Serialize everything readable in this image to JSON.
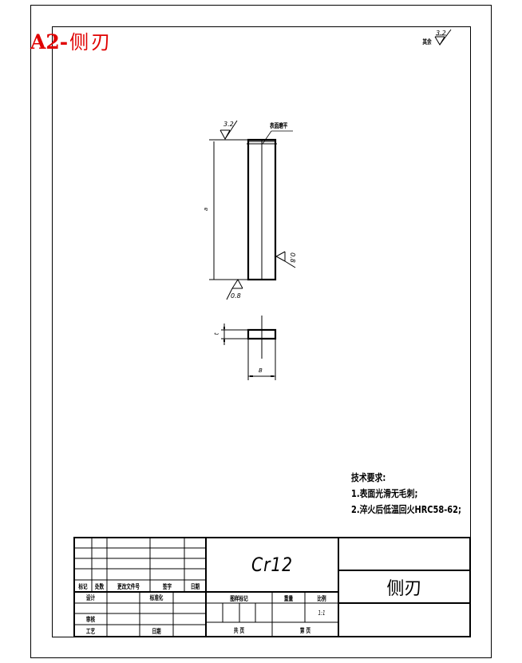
{
  "sheet": {
    "title_code": "A2-",
    "title_name": "侧刃"
  },
  "roughness": {
    "general_prefix": "其余",
    "general_value": "3.2",
    "top_face": "3.2",
    "bottom_face": "0.8",
    "side_face": "0.8",
    "top_note": "表面磨平"
  },
  "dimensions": {
    "length": "a",
    "thickness": "t",
    "width": "B"
  },
  "technical_requirements": {
    "heading": "技术要求:",
    "items": [
      "1.表面光滑无毛刺;",
      "2.淬火后低温回火HRC58-62;"
    ]
  },
  "title_block": {
    "material": "Cr12",
    "part_name": "侧刃",
    "revision_header": [
      "标记",
      "处数",
      "更改文件号",
      "签字",
      "日期"
    ],
    "sign_rows": [
      {
        "label": "设计",
        "label2": "标准化"
      },
      {
        "label": "",
        "label2": ""
      },
      {
        "label": "审核",
        "label2": ""
      },
      {
        "label": "工艺",
        "label2": "日期"
      }
    ],
    "stage_label": "图样标记",
    "weight_label": "重量",
    "scale_label": "比例",
    "scale_value": "1:1",
    "total_sheets_label": "共 页",
    "sheet_no_label": "第 页"
  }
}
